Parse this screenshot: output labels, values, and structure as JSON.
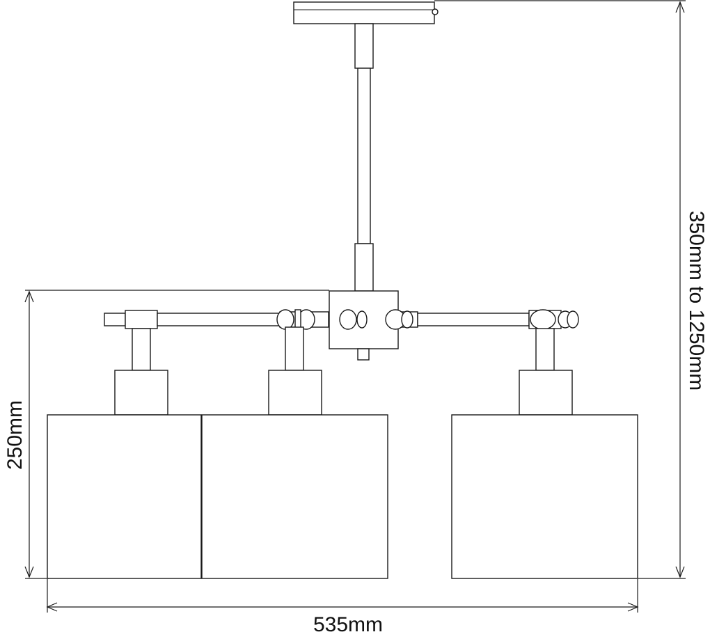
{
  "dimensions": {
    "width_label": "535mm",
    "shade_height_label": "250mm",
    "overall_height_label": "350mm to 1250mm"
  },
  "colors": {
    "line": "#1a1a1a",
    "background": "#ffffff"
  }
}
